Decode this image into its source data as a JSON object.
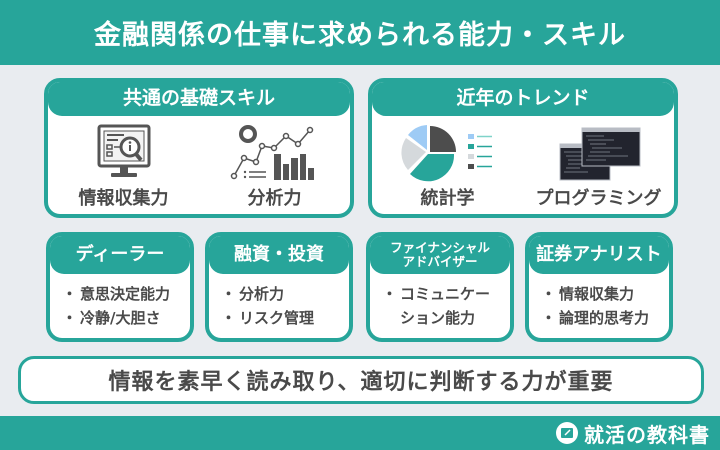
{
  "title": "金融関係の仕事に求められる能力・スキル",
  "colors": {
    "accent": "#27a59a",
    "background": "#e9ecf0",
    "text": "#4a4a4a",
    "pie_light_blue": "#9ecbf5",
    "pie_gray": "#d5d9dc",
    "pie_dark": "#4d4d4d"
  },
  "common_skills": {
    "header": "共通の基礎スキル",
    "items": [
      {
        "label": "情報収集力",
        "icon": "monitor-magnifier-icon"
      },
      {
        "label": "分析力",
        "icon": "analytics-chart-icon"
      }
    ]
  },
  "trends": {
    "header": "近年のトレンド",
    "items": [
      {
        "label": "統計学",
        "icon": "pie-chart-icon"
      },
      {
        "label": "プログラミング",
        "icon": "code-windows-icon"
      }
    ]
  },
  "jobs": [
    {
      "header": "ディーラー",
      "bullets": [
        "意思決定能力",
        "冷静/大胆さ"
      ]
    },
    {
      "header": "融資・投資",
      "bullets": [
        "分析力",
        "リスク管理"
      ]
    },
    {
      "header_line1": "ファイナンシャル",
      "header_line2": "アドバイザー",
      "bullets": [
        "コミュニケー",
        "ション能力"
      ]
    },
    {
      "header": "証券アナリスト",
      "bullets": [
        "情報収集力",
        "論理的思考力"
      ]
    }
  ],
  "bullet_mark": "・",
  "summary": "情報を素早く読み取り、適切に判断する力が重要",
  "footer": {
    "logo_text": "就活の教科書",
    "logo_icon": "notebook-pencil-icon"
  }
}
